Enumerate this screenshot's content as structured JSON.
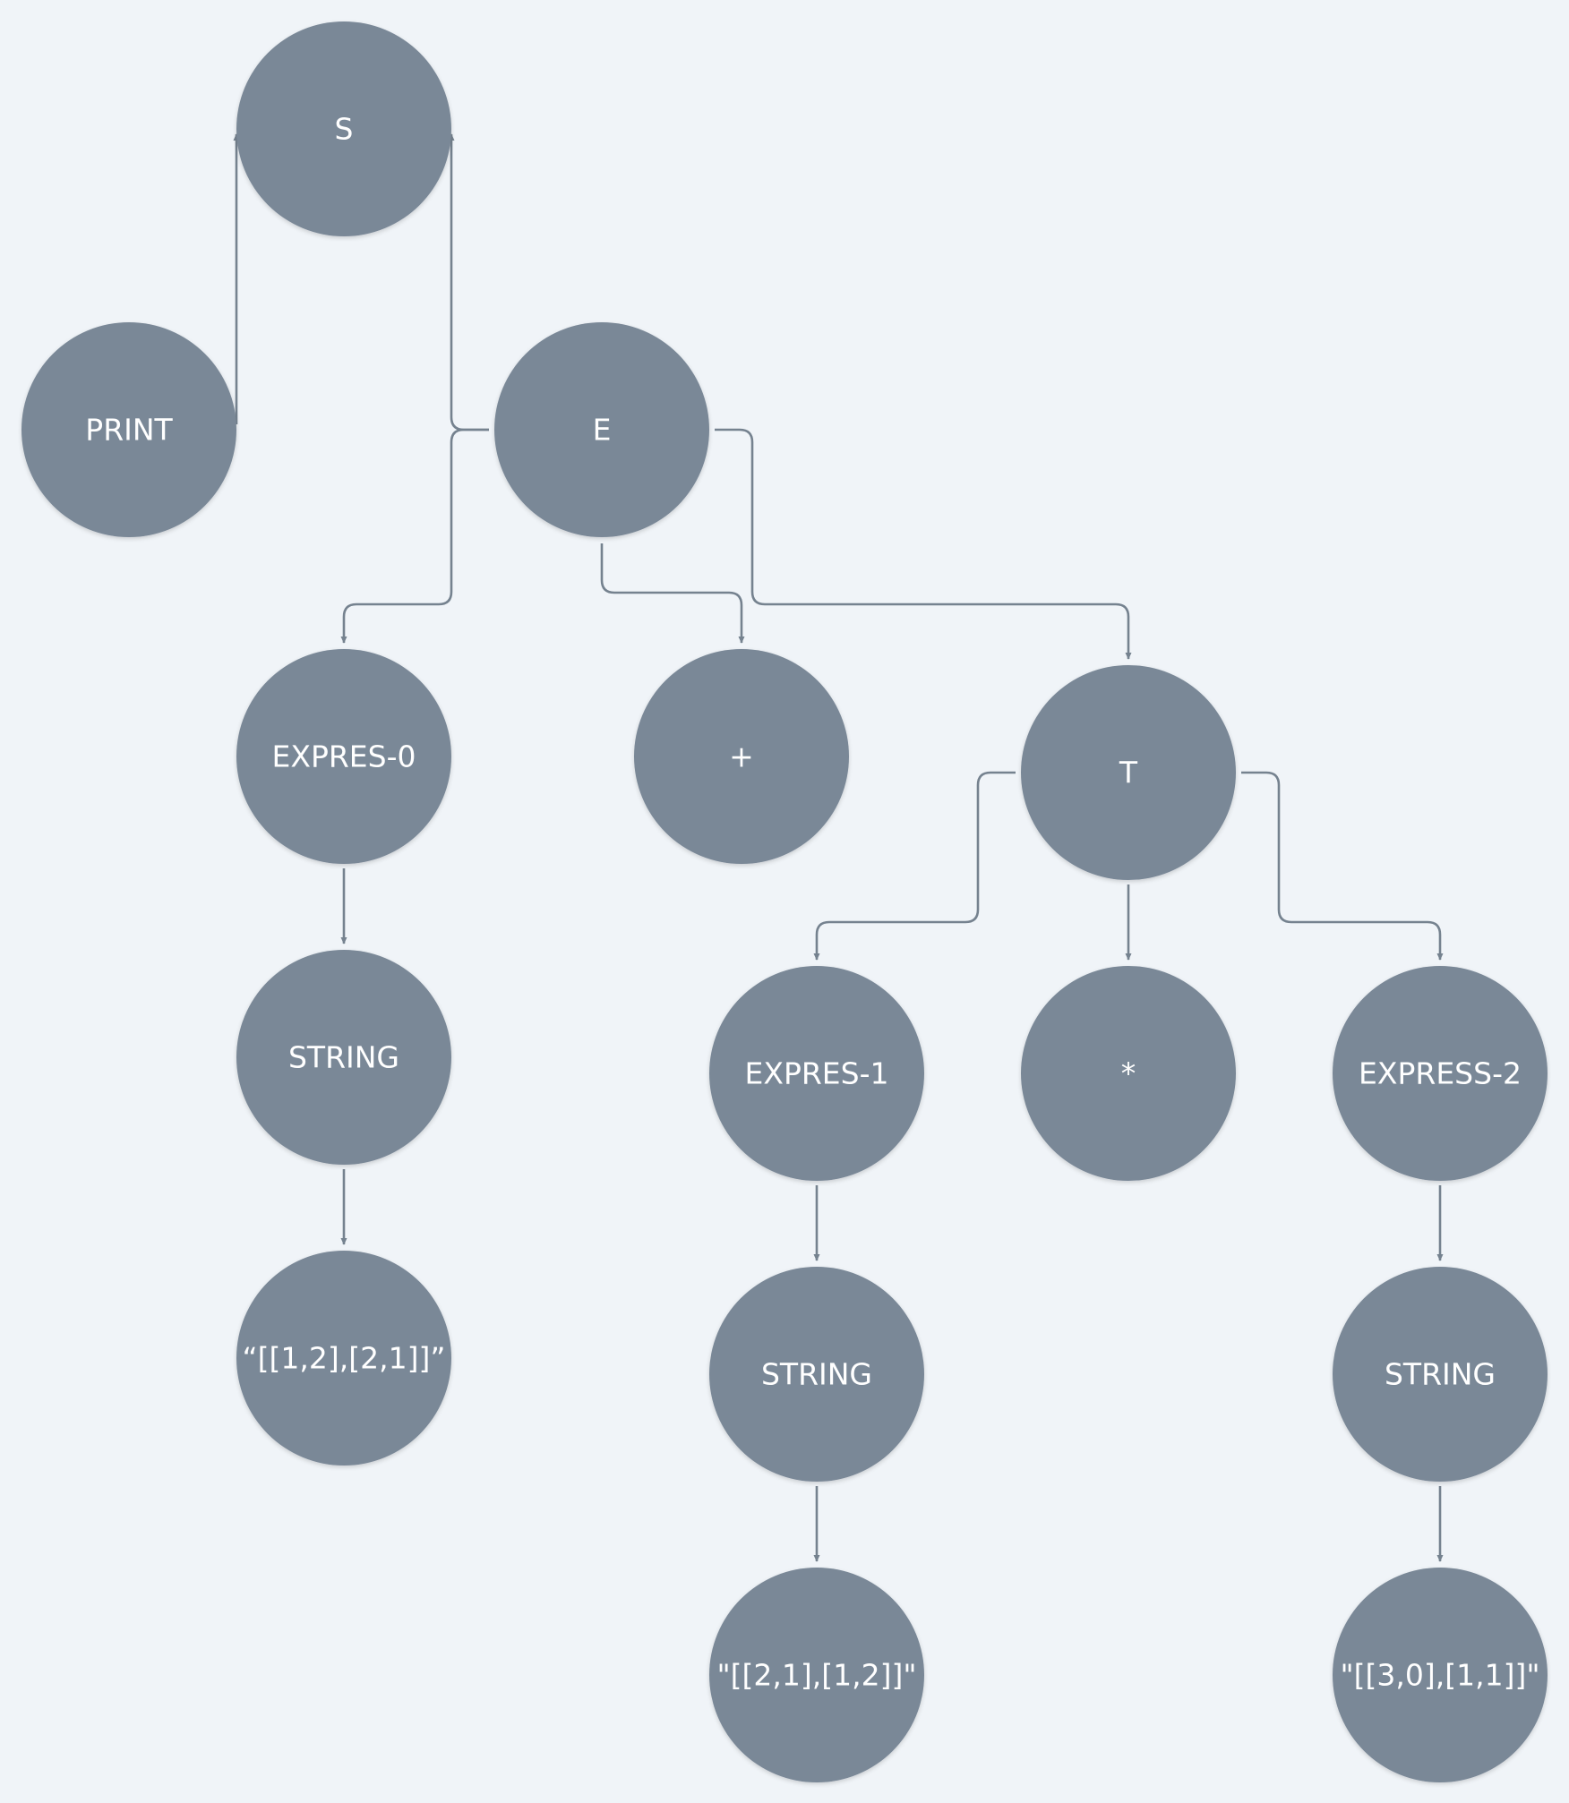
{
  "colors": {
    "background": "#f0f4f8",
    "node_fill": "#7a8897",
    "edge": "#75828f",
    "label": "#ffffff"
  },
  "nodes": [
    {
      "id": "S",
      "label": "S"
    },
    {
      "id": "PRINT",
      "label": "PRINT"
    },
    {
      "id": "E",
      "label": "E"
    },
    {
      "id": "EXPRES0",
      "label": "EXPRES-0"
    },
    {
      "id": "PLUS",
      "label": "+"
    },
    {
      "id": "T",
      "label": "T"
    },
    {
      "id": "STRING0",
      "label": "STRING"
    },
    {
      "id": "STR0",
      "label": "“[[1,2],[2,1]]”"
    },
    {
      "id": "EXPRES1",
      "label": "EXPRES-1"
    },
    {
      "id": "STAR",
      "label": "*"
    },
    {
      "id": "EXPRESS2",
      "label": "EXPRESS-2"
    },
    {
      "id": "STRING1",
      "label": "STRING"
    },
    {
      "id": "STRING2",
      "label": "STRING"
    },
    {
      "id": "STR1",
      "label": "\"[[2,1],[1,2]]\""
    },
    {
      "id": "STR2",
      "label": "\"[[3,0],[1,1]]\""
    }
  ],
  "edges": [
    {
      "from": "PRINT",
      "to": "S"
    },
    {
      "from": "E",
      "to": "S"
    },
    {
      "from": "E",
      "to": "EXPRES0"
    },
    {
      "from": "E",
      "to": "PLUS"
    },
    {
      "from": "E",
      "to": "T"
    },
    {
      "from": "EXPRES0",
      "to": "STRING0"
    },
    {
      "from": "STRING0",
      "to": "STR0"
    },
    {
      "from": "T",
      "to": "EXPRES1"
    },
    {
      "from": "T",
      "to": "STAR"
    },
    {
      "from": "T",
      "to": "EXPRESS2"
    },
    {
      "from": "EXPRES1",
      "to": "STRING1"
    },
    {
      "from": "STRING1",
      "to": "STR1"
    },
    {
      "from": "EXPRESS2",
      "to": "STRING2"
    },
    {
      "from": "STRING2",
      "to": "STR2"
    }
  ]
}
